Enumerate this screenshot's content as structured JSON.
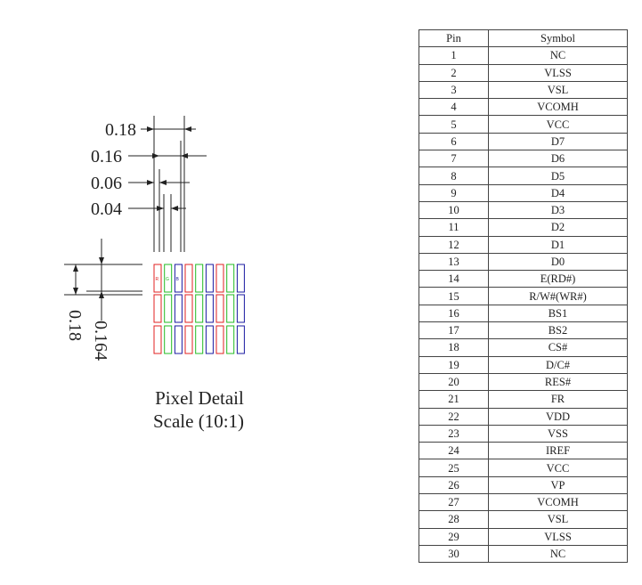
{
  "diagram": {
    "dimensions": {
      "horizontal": [
        "0.18",
        "0.16",
        "0.06",
        "0.04"
      ],
      "vertical": [
        "0.18",
        "0.164"
      ]
    },
    "subpixel_letters": [
      "R",
      "G",
      "B"
    ],
    "caption_line1": "Pixel Detail",
    "caption_line2": "Scale (10:1)",
    "colors": {
      "red": "#e02020",
      "green": "#22bb22",
      "blue": "#1a1aa0",
      "line": "#222222"
    }
  },
  "table": {
    "headers": {
      "pin": "Pin",
      "symbol": "Symbol"
    },
    "rows": [
      {
        "pin": "1",
        "symbol": "NC"
      },
      {
        "pin": "2",
        "symbol": "VLSS"
      },
      {
        "pin": "3",
        "symbol": "VSL"
      },
      {
        "pin": "4",
        "symbol": "VCOMH"
      },
      {
        "pin": "5",
        "symbol": "VCC"
      },
      {
        "pin": "6",
        "symbol": "D7"
      },
      {
        "pin": "7",
        "symbol": "D6"
      },
      {
        "pin": "8",
        "symbol": "D5"
      },
      {
        "pin": "9",
        "symbol": "D4"
      },
      {
        "pin": "10",
        "symbol": "D3"
      },
      {
        "pin": "11",
        "symbol": "D2"
      },
      {
        "pin": "12",
        "symbol": "D1"
      },
      {
        "pin": "13",
        "symbol": "D0"
      },
      {
        "pin": "14",
        "symbol": "E(RD#)"
      },
      {
        "pin": "15",
        "symbol": "R/W#(WR#)"
      },
      {
        "pin": "16",
        "symbol": "BS1"
      },
      {
        "pin": "17",
        "symbol": "BS2"
      },
      {
        "pin": "18",
        "symbol": "CS#"
      },
      {
        "pin": "19",
        "symbol": "D/C#"
      },
      {
        "pin": "20",
        "symbol": "RES#"
      },
      {
        "pin": "21",
        "symbol": "FR"
      },
      {
        "pin": "22",
        "symbol": "VDD"
      },
      {
        "pin": "23",
        "symbol": "VSS"
      },
      {
        "pin": "24",
        "symbol": "IREF"
      },
      {
        "pin": "25",
        "symbol": "VCC"
      },
      {
        "pin": "26",
        "symbol": "VP"
      },
      {
        "pin": "27",
        "symbol": "VCOMH"
      },
      {
        "pin": "28",
        "symbol": "VSL"
      },
      {
        "pin": "29",
        "symbol": "VLSS"
      },
      {
        "pin": "30",
        "symbol": "NC"
      }
    ]
  }
}
